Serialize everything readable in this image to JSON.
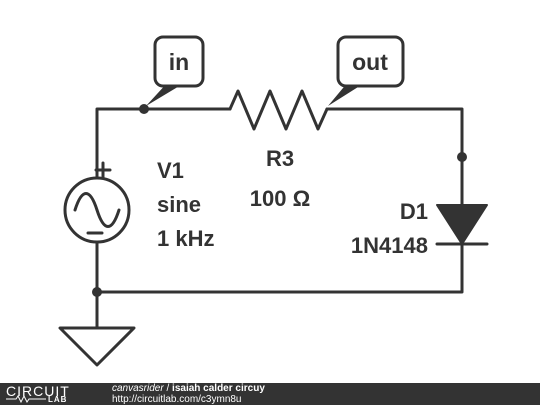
{
  "schematic": {
    "labels": {
      "in": "in",
      "out": "out"
    },
    "v1": {
      "name": "V1",
      "type": "sine",
      "freq": "1 kHz"
    },
    "r3": {
      "name": "R3",
      "value": "100 Ω"
    },
    "d1": {
      "name": "D1",
      "part": "1N4148"
    },
    "wire_color": "#333333"
  },
  "footer": {
    "logo_word": "CIRCUIT",
    "logo_sub": "LAB",
    "author": "canvasrider",
    "separator": " / ",
    "title": "isaiah calder circuy",
    "url": "http://circuitlab.com/c3ymn8u",
    "background": "#333333"
  }
}
